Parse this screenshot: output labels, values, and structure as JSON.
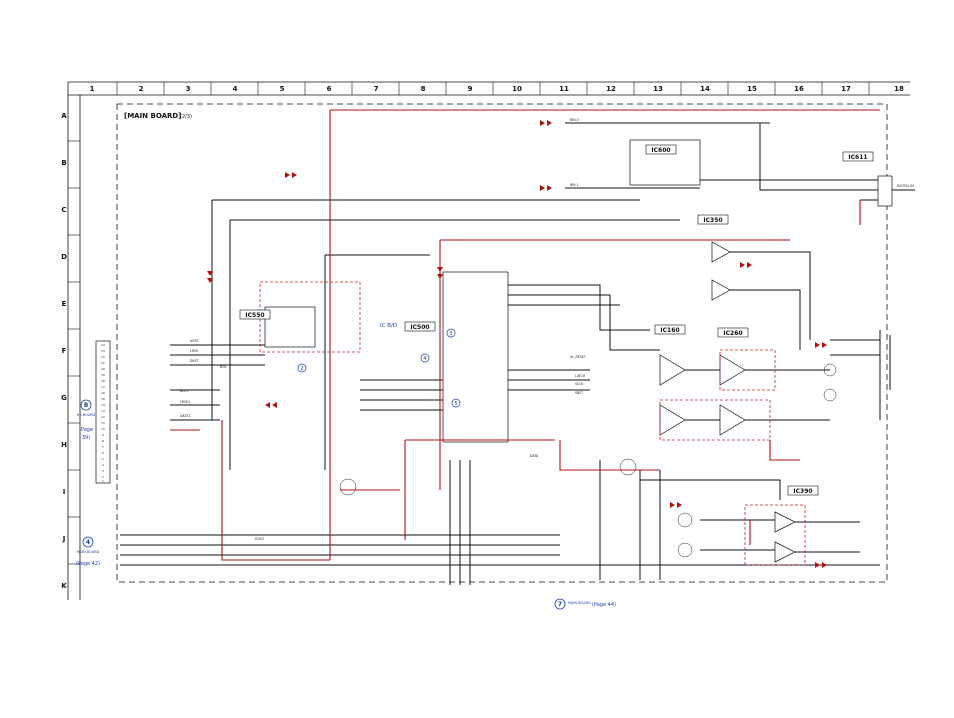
{
  "columns": [
    "1",
    "2",
    "3",
    "4",
    "5",
    "6",
    "7",
    "8",
    "9",
    "10",
    "11",
    "12",
    "13",
    "14",
    "15",
    "16",
    "17",
    "18"
  ],
  "rows": [
    "A",
    "B",
    "C",
    "D",
    "E",
    "F",
    "G",
    "H",
    "I",
    "J",
    "K"
  ],
  "board_title": "[MAIN BOARD]",
  "board_page": "(2/3)",
  "ic_labels": {
    "ic600": "IC600",
    "ic611": "IC611",
    "ic350": "IC350",
    "ic550": "IC550",
    "ic500": "IC500",
    "ic160": "IC160",
    "ic260": "IC260",
    "ic390": "IC390"
  },
  "ic_ref_tag": "IC B/D",
  "callouts": {
    "b_marker": "B",
    "b_text": "HS BOARD",
    "b_page": "(Page",
    "b_page_num": "39)",
    "j4_marker": "4",
    "j4_text": "MAIN BOARD",
    "j4_page": "(Page 42)",
    "k7_marker": "7",
    "k7_text": "MAIN BOARD",
    "k7_page": "(Page 44)",
    "c2": "2",
    "c3": "3",
    "c4": "4",
    "c5": "5"
  },
  "connector_pins": [
    "24",
    "23",
    "22",
    "21",
    "20",
    "19",
    "18",
    "17",
    "16",
    "15",
    "14",
    "13",
    "12",
    "11",
    "10",
    "9",
    "8",
    "7",
    "6",
    "5",
    "4",
    "3",
    "2",
    "1"
  ],
  "signal_labels": {
    "bin0": "BIN-0",
    "bin1": "BIN-1",
    "digital_in": "DIGITAL IN",
    "adst": "ADST",
    "lrck": "LRCK",
    "dast": "DAST",
    "bck": "BCK",
    "lrck1": "LRCK1",
    "bck1": "BCK1",
    "dast1": "DAST1",
    "xl_reset": "XL_RESET",
    "latch": "LATCH",
    "sclk": "SCLK",
    "sbst": "SBST",
    "data": "DATA",
    "dout": "DOUT"
  },
  "colors": {
    "wire": "#111111",
    "red_net": "#b01010",
    "callout_blue": "#1a3fb0",
    "page_bg": "#ffffff"
  }
}
